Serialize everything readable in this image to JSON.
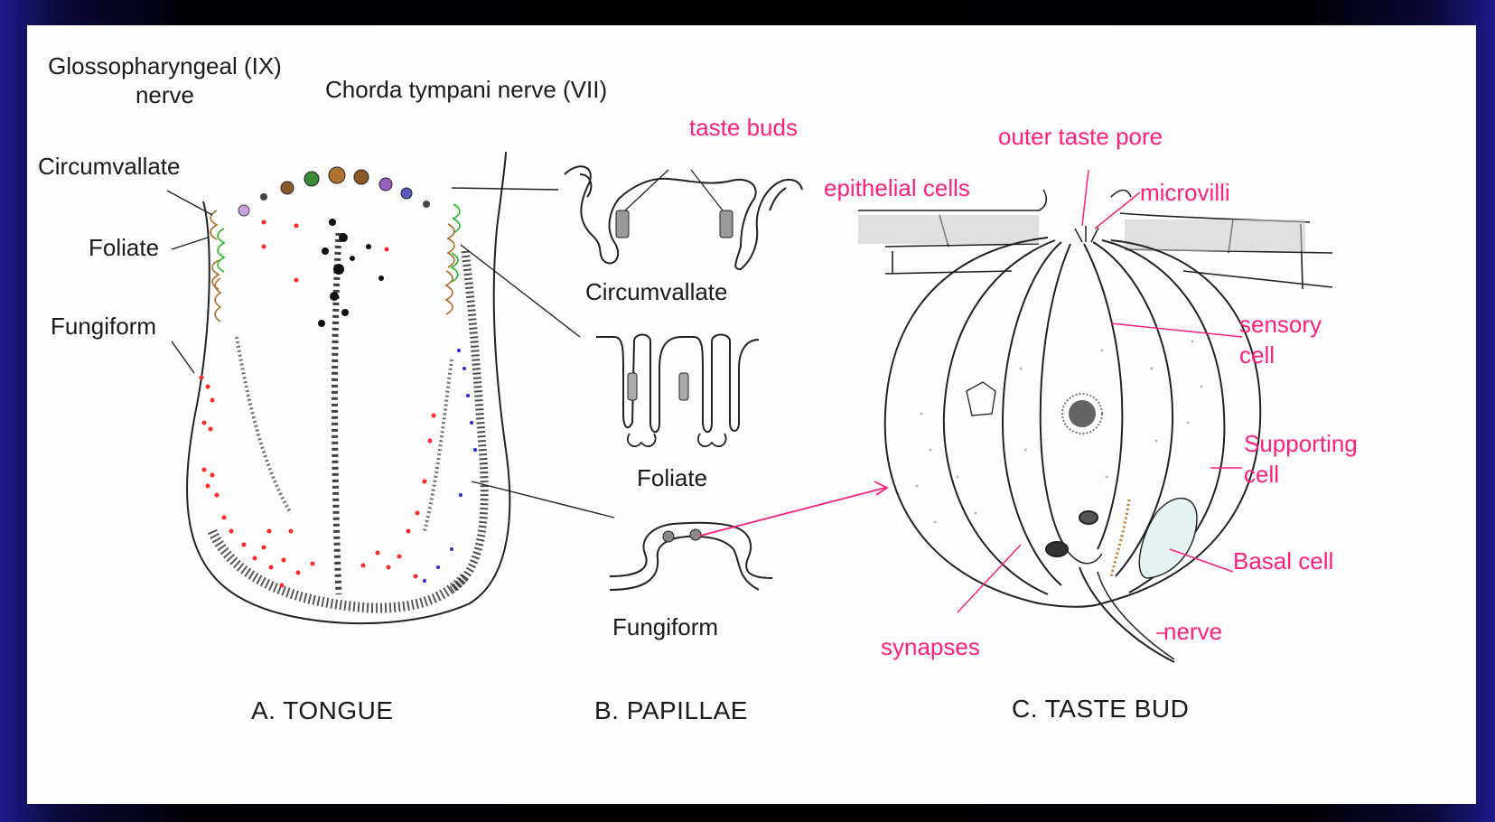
{
  "tongue": {
    "glossopharyngeal_line1": "Glossopharyngeal (IX)",
    "glossopharyngeal_line2": "nerve",
    "chorda_tympani": "Chorda tympani nerve (VII)",
    "circumvallate": "Circumvallate",
    "foliate": "Foliate",
    "fungiform": "Fungiform",
    "caption": "A.  TONGUE"
  },
  "papillae": {
    "taste_buds": "taste buds",
    "circumvallate": "Circumvallate",
    "foliate": "Foliate",
    "fungiform": "Fungiform",
    "caption": "B. PAPILLAE"
  },
  "taste_bud": {
    "outer_taste_pore": "outer taste pore",
    "epithelial_cells": "epithelial cells",
    "microvilli": "microvilli",
    "sensory_cell_line1": "sensory",
    "sensory_cell_line2": "cell",
    "supporting_cell_line1": "Supporting",
    "supporting_cell_line2": "cell",
    "basal_cell": "Basal cell",
    "synapses": "synapses",
    "nerve": "nerve",
    "caption": "C. TASTE BUD"
  },
  "colors": {
    "label_pink": "#ff1f7f",
    "background": "#000000",
    "panel": "#fdfdfd"
  }
}
